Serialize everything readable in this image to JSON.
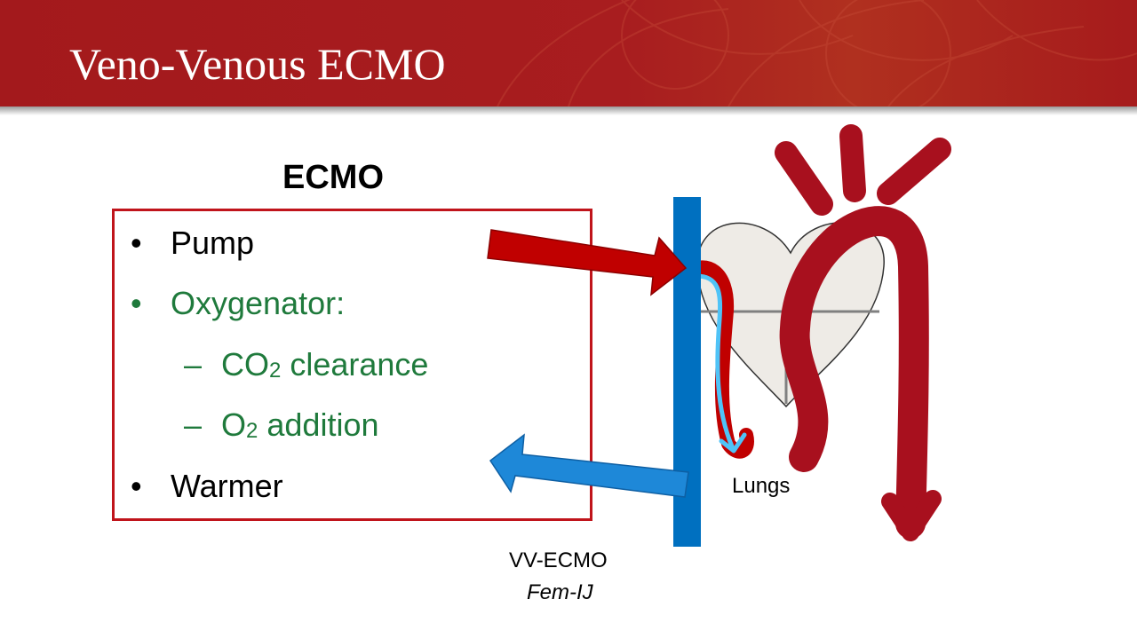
{
  "title": "Veno-Venous ECMO",
  "ecmo_box": {
    "heading": "ECMO",
    "items": [
      {
        "marker": "•",
        "text": "Pump"
      },
      {
        "marker": "•",
        "text": "Oxygenator:"
      },
      {
        "marker": "–",
        "text_main": "CO",
        "text_sub": "2",
        "text_rest": " clearance"
      },
      {
        "marker": "–",
        "text_main": "O",
        "text_sub": "2",
        "text_rest": " addition"
      },
      {
        "marker": "•",
        "text": "Warmer"
      }
    ]
  },
  "diagram": {
    "lungs_label": "Lungs",
    "mode_label": "VV-ECMO",
    "access_label": "Fem-IJ"
  },
  "colors": {
    "banner": "#a3191c",
    "title_text": "#ffffff",
    "box_border": "#c0141b",
    "green_text": "#1f7a3c",
    "aorta": "#a8101e",
    "arrow_red": "#c00000",
    "vein_blue": "#0070c0",
    "return_blue": "#1e88d8",
    "oxygen_line": "#4fc3f7",
    "heart_fill": "#eeebe6"
  }
}
